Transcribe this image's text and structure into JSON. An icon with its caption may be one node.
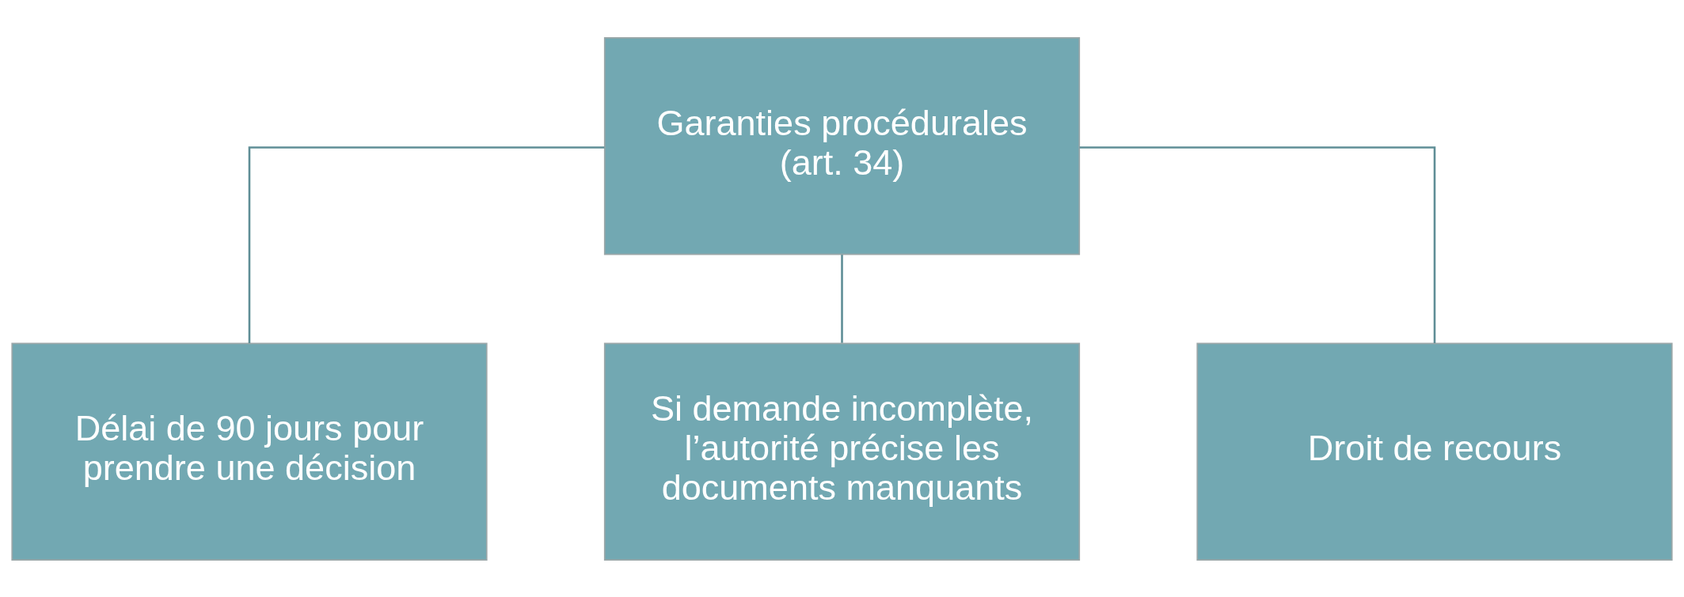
{
  "diagram": {
    "nodes": [
      {
        "text": [
          "Garanties procédurales (art. 34)"
        ]
      },
      {
        "text": [
          "Délai de 90 jours pour prendre une décision"
        ]
      },
      {
        "text": [
          "Si demande incomplète, l’autorité précise les documents manquants"
        ]
      },
      {
        "text": [
          "Droit de recours"
        ]
      }
    ],
    "edges": [
      {
        "from": 0,
        "to": 1,
        "arrow": "none"
      },
      {
        "from": 0,
        "to": 2,
        "arrow": "none"
      },
      {
        "from": 0,
        "to": 3,
        "arrow": "none"
      }
    ]
  }
}
